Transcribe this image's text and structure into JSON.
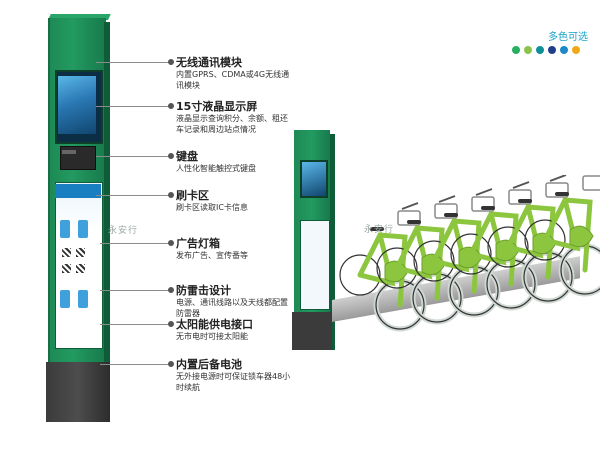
{
  "colors_title": "多色可选",
  "color_swatches": [
    "#27ae60",
    "#8bc34a",
    "#0e8f9a",
    "#1f3f8a",
    "#1e88c8",
    "#f0a818"
  ],
  "watermark": "永安行",
  "callouts": [
    {
      "title": "无线通讯模块",
      "desc": "内置GPRS、CDMA或4G无线通讯模块"
    },
    {
      "title": "15寸液晶显示屏",
      "desc": "液晶显示查询积分、余额、租还车记录和周边站点情况"
    },
    {
      "title": "键盘",
      "desc": "人性化智能触控式键盘"
    },
    {
      "title": "刷卡区",
      "desc": "刷卡区读取IC卡信息"
    },
    {
      "title": "广告灯箱",
      "desc": "发布广告、宣传番等"
    },
    {
      "title": "防雷击设计",
      "desc": "电源、通讯线路以及天线都配置防雷器"
    },
    {
      "title": "太阳能供电接口",
      "desc": "无市电时可接太阳能"
    },
    {
      "title": "内置后备电池",
      "desc": "无外接电源时可保证锁车器48小时续航"
    }
  ]
}
